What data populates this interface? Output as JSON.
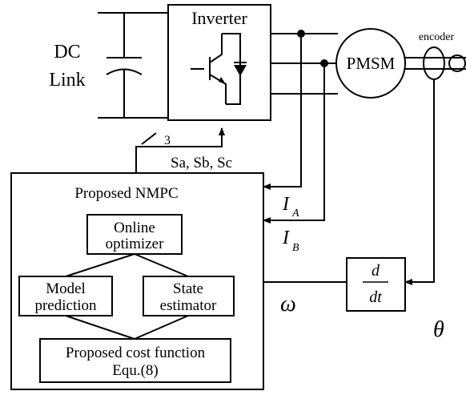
{
  "dc_link": {
    "line1": "DC",
    "line2": "Link"
  },
  "inverter": {
    "title": "Inverter"
  },
  "motor": {
    "label": "PMSM"
  },
  "encoder": {
    "label": "encoder"
  },
  "bus": {
    "count": "3",
    "signals": "Sa, Sb, Sc"
  },
  "nmpc": {
    "title": "Proposed NMPC",
    "optimizer": {
      "line1": "Online",
      "line2": "optimizer"
    },
    "model": {
      "line1": "Model",
      "line2": "prediction"
    },
    "state": {
      "line1": "State",
      "line2": "estimator"
    },
    "cost": {
      "line1": "Proposed cost function",
      "line2": "Equ.(8)"
    }
  },
  "signals": {
    "ia_main": "I",
    "ia_sub": "A",
    "ib_main": "I",
    "ib_sub": "B",
    "omega": "ω",
    "theta": "θ"
  },
  "derivative": {
    "num": "d",
    "den": "dt"
  }
}
